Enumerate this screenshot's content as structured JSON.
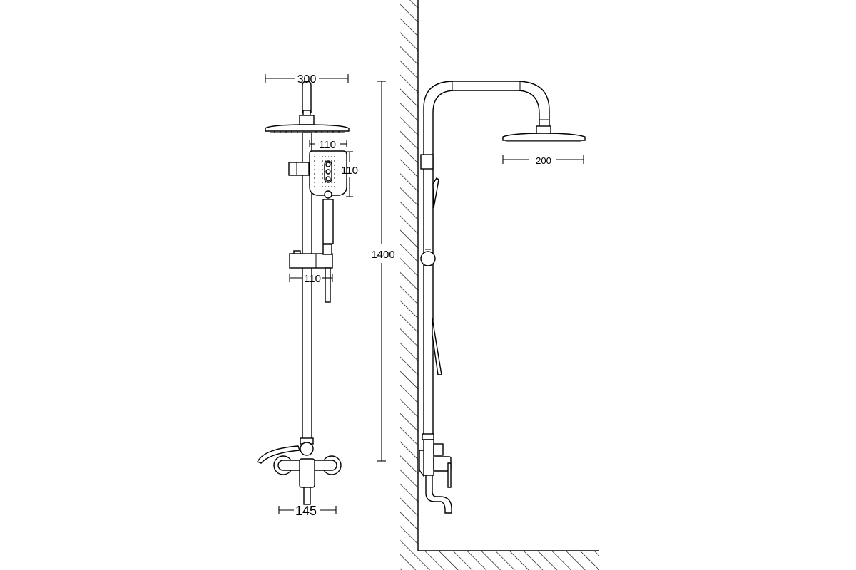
{
  "dimensions": {
    "head_width_front": "300",
    "handheld_width": "110",
    "handheld_height": "110",
    "slider_width": "110",
    "mixer_width": "145",
    "total_height": "1400",
    "head_width_side": "200"
  },
  "colors": {
    "line": "#000000",
    "background": "#ffffff"
  }
}
